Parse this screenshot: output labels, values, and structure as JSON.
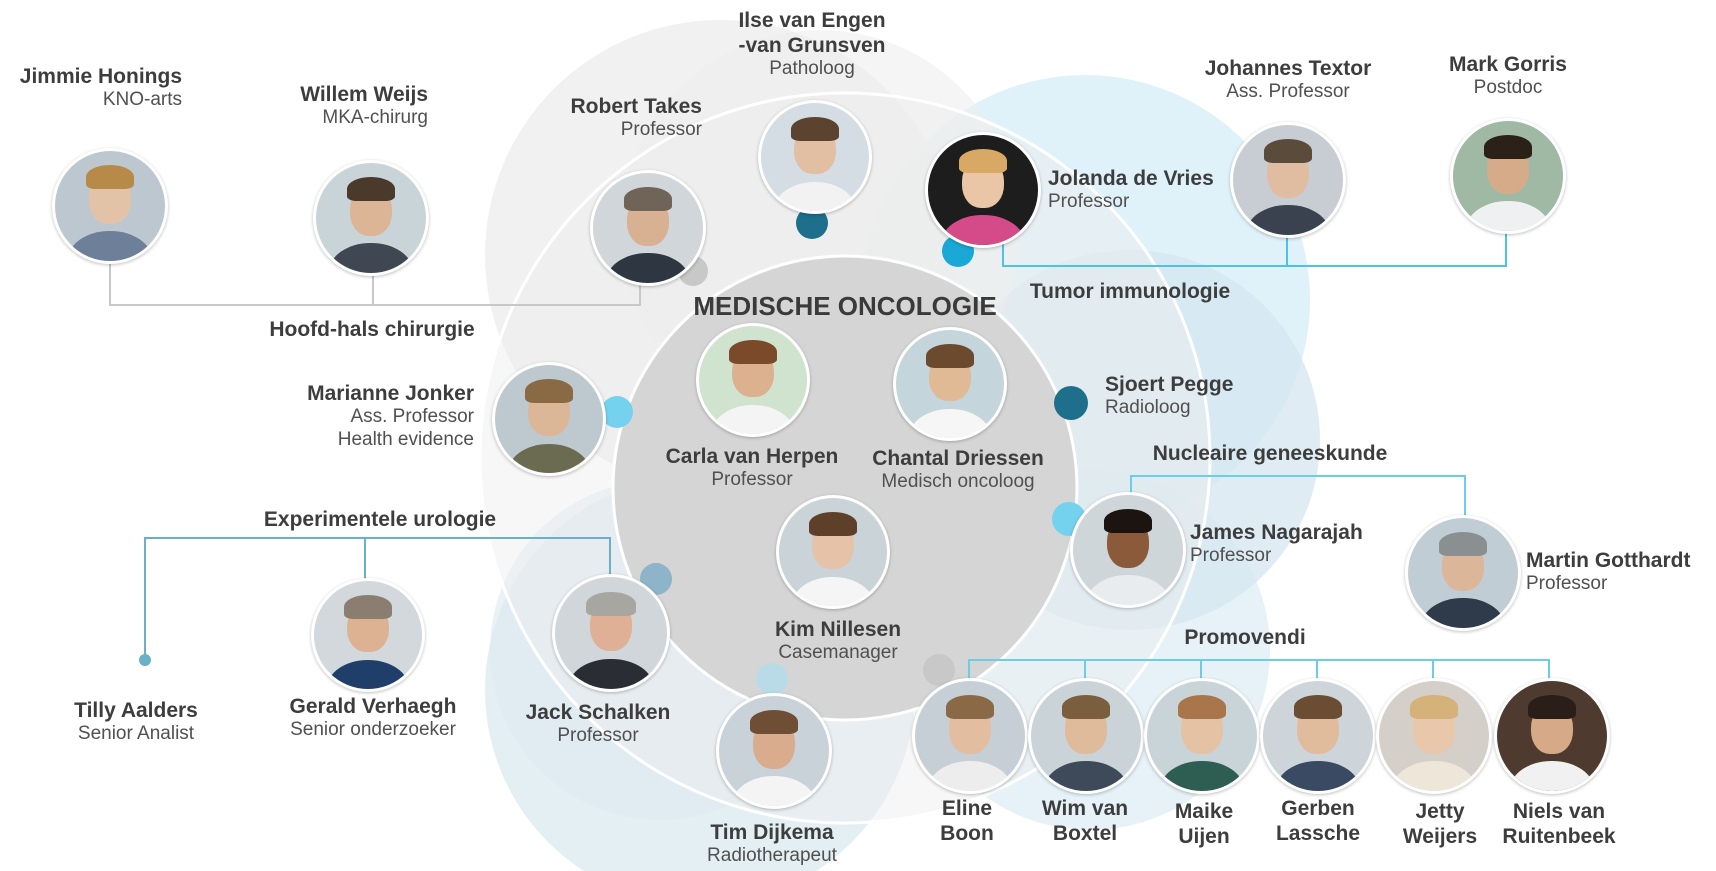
{
  "title": "MEDISCHE ONCOLOGIE",
  "colors": {
    "grey_dot": "#c8c8c8",
    "teal_dark": "#1d6f8c",
    "teal": "#1aa9d6",
    "light_blue": "#74d2ef",
    "slate_blue": "#8db4c8",
    "pale_blue": "#b9dbe8",
    "line_grey": "#c8c8c8",
    "line_blue": "#6ccde9"
  },
  "groups": {
    "hoofd_hals": "Hoofd-hals chirurgie",
    "tumor_immunologie": "Tumor immunologie",
    "nucleaire": "Nucleaire geneeskunde",
    "urologie": "Experimentele urologie",
    "promovendi": "Promovendi"
  },
  "people": {
    "jimmie": {
      "name": "Jimmie Honings",
      "role": "KNO-arts"
    },
    "willem": {
      "name": "Willem Weijs",
      "role": "MKA-chirurg"
    },
    "robert": {
      "name": "Robert Takes",
      "role": "Professor"
    },
    "ilse": {
      "name1": "Ilse van Engen",
      "name2": "-van Grunsven",
      "role": "Patholoog"
    },
    "jolanda": {
      "name": "Jolanda de Vries",
      "role": "Professor"
    },
    "johannes": {
      "name": "Johannes Textor",
      "role": "Ass. Professor"
    },
    "mark": {
      "name": "Mark Gorris",
      "role": "Postdoc"
    },
    "marianne": {
      "name": "Marianne Jonker",
      "role1": "Ass. Professor",
      "role2": "Health evidence"
    },
    "carla": {
      "name": "Carla van Herpen",
      "role": "Professor"
    },
    "chantal": {
      "name": "Chantal Driessen",
      "role": "Medisch oncoloog"
    },
    "kim": {
      "name": "Kim Nillesen",
      "role": "Casemanager"
    },
    "sjoert": {
      "name": "Sjoert Pegge",
      "role": "Radioloog"
    },
    "james": {
      "name": "James Nagarajah",
      "role": "Professor"
    },
    "martin": {
      "name": "Martin Gotthardt",
      "role": "Professor"
    },
    "tilly": {
      "name": "Tilly Aalders",
      "role": "Senior Analist"
    },
    "gerald": {
      "name": "Gerald Verhaegh",
      "role": "Senior onderzoeker"
    },
    "jack": {
      "name": "Jack Schalken",
      "role": "Professor"
    },
    "tim": {
      "name": "Tim Dijkema",
      "role": "Radiotherapeut"
    }
  },
  "promovendi": [
    {
      "line1": "Eline",
      "line2": "Boon"
    },
    {
      "line1": "Wim van",
      "line2": "Boxtel"
    },
    {
      "line1": "Maike",
      "line2": "Uijen"
    },
    {
      "line1": "Gerben",
      "line2": "Lassche"
    },
    {
      "line1": "Jetty",
      "line2": "Weijers"
    },
    {
      "line1": "Niels van",
      "line2": "Ruitenbeek"
    }
  ]
}
